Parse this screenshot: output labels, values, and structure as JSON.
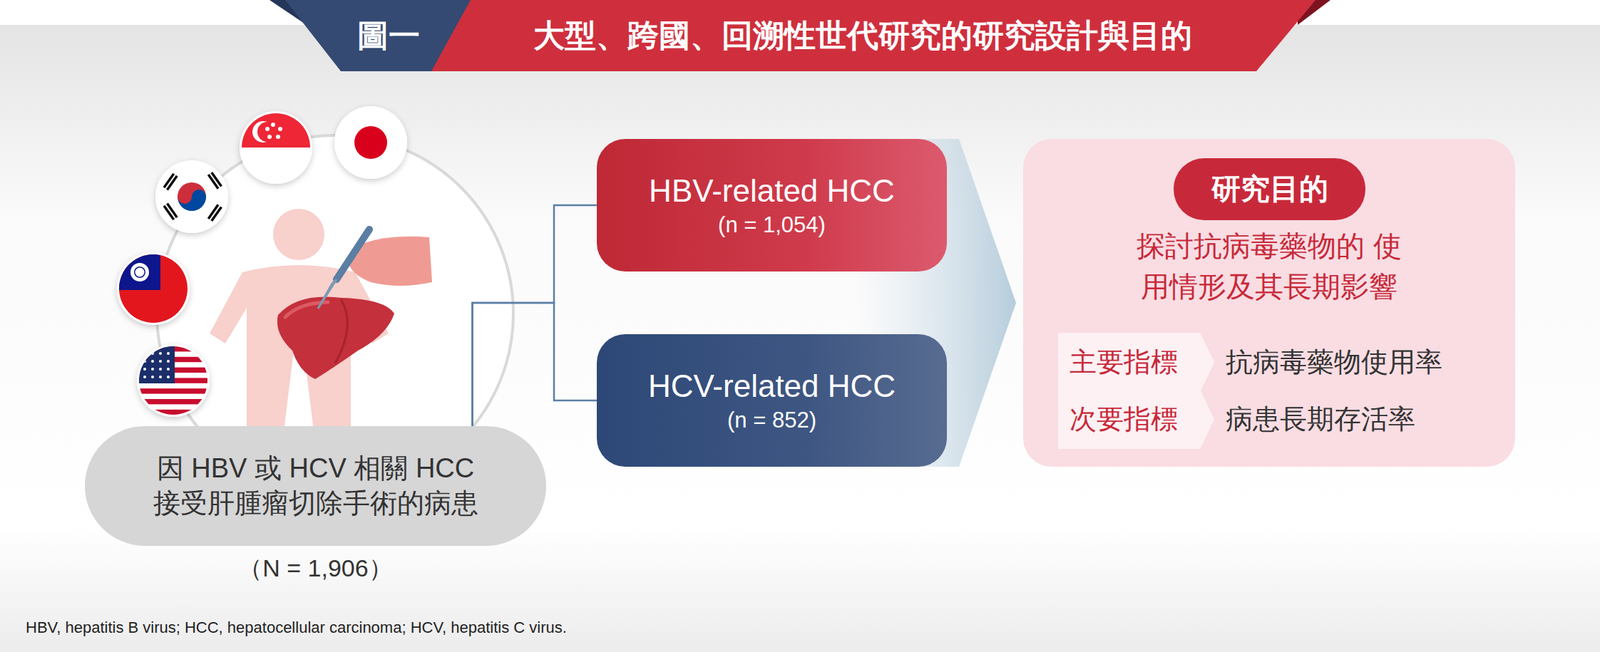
{
  "diagram": {
    "title": "大型、跨國、回溯性世代研究的研究設計與目的",
    "nodes": [
      {
        "text": [
          "因 HBV 或 HCV 相關 HCC 接受肝腫瘤切除手術的病患"
        ]
      },
      {
        "text": [
          "HBV-related HCC",
          "(n = 1,054)"
        ]
      },
      {
        "text": [
          "HCV-related HCC",
          "(n = 852)"
        ]
      },
      {
        "text": [
          "探討抗病毒藥物的 使用情形及其長期影響",
          "抗病毒藥物使用率",
          "病患長期存活率"
        ]
      },
      {
        "text": [
          "研究目的"
        ],
        "in": 3
      },
      {
        "text": [
          "主要指標"
        ],
        "in": 3
      },
      {
        "text": [
          "次要指標"
        ],
        "in": 3
      }
    ],
    "edges": [
      {
        "from": 0,
        "to": 1,
        "arrow": "none"
      },
      {
        "from": 0,
        "to": 2,
        "arrow": "none"
      },
      {
        "from": 1,
        "to": 3,
        "arrow": "to"
      },
      {
        "from": 2,
        "to": 3,
        "arrow": "to"
      }
    ],
    "labels": [
      "圖一",
      "（N = 1,906）",
      "HBV, hepatitis B virus; HCC, hepatocellular carcinoma; HCV, hepatitis C virus."
    ]
  }
}
